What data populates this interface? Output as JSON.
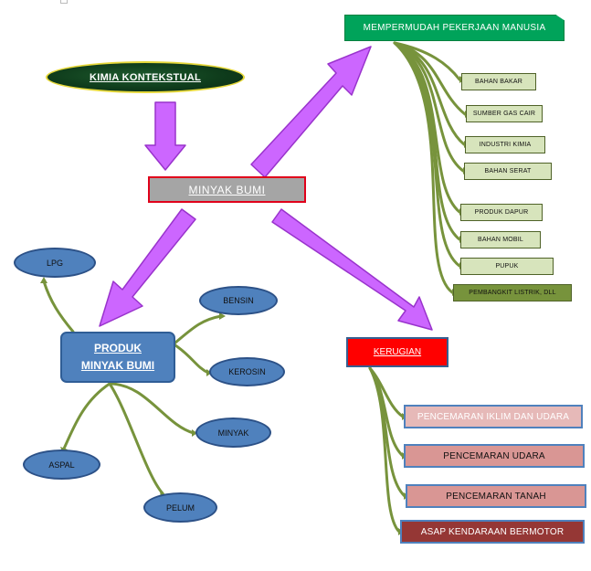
{
  "diagram": {
    "title_top": "MEMPERMUDAH PEKERJAAN MANUSIA",
    "source": "KIMIA KONTEKSTUAL",
    "center": "MINYAK BUMI",
    "products_node": {
      "line1": "PRODUK",
      "line2": "MINYAK BUMI"
    },
    "losses_node": "KERUGIAN",
    "benefits": [
      "BAHAN BAKAR",
      "SUMBER GAS CAIR",
      "INDUSTRI KIMIA",
      "BAHAN SERAT",
      "PRODUK DAPUR",
      "BAHAN MOBIL",
      "PUPUK",
      "PEMBANGKIT LISTRIK, DLL"
    ],
    "products": {
      "lpg": "LPG",
      "bensin": "BENSIN",
      "kerosin": "KEROSIN",
      "minyak": "MINYAK",
      "aspal": "ASPAL",
      "pelum": "PELUM"
    },
    "losses": [
      "PENCEMARAN IKLIM DAN UDARA",
      "PENCEMARAN UDARA",
      "PENCEMARAN TANAH",
      "ASAP KENDARAAN BERMOTOR"
    ]
  },
  "colors": {
    "arrow_fill": "#cc66ff",
    "arrow_stroke": "#9933cc",
    "connector": "#77933c",
    "top_box": "#00a35a",
    "center_fill": "#a5a5a5",
    "center_border": "#e0001a",
    "product_fill": "#4f81bd",
    "loss_header": "#ff0000"
  }
}
